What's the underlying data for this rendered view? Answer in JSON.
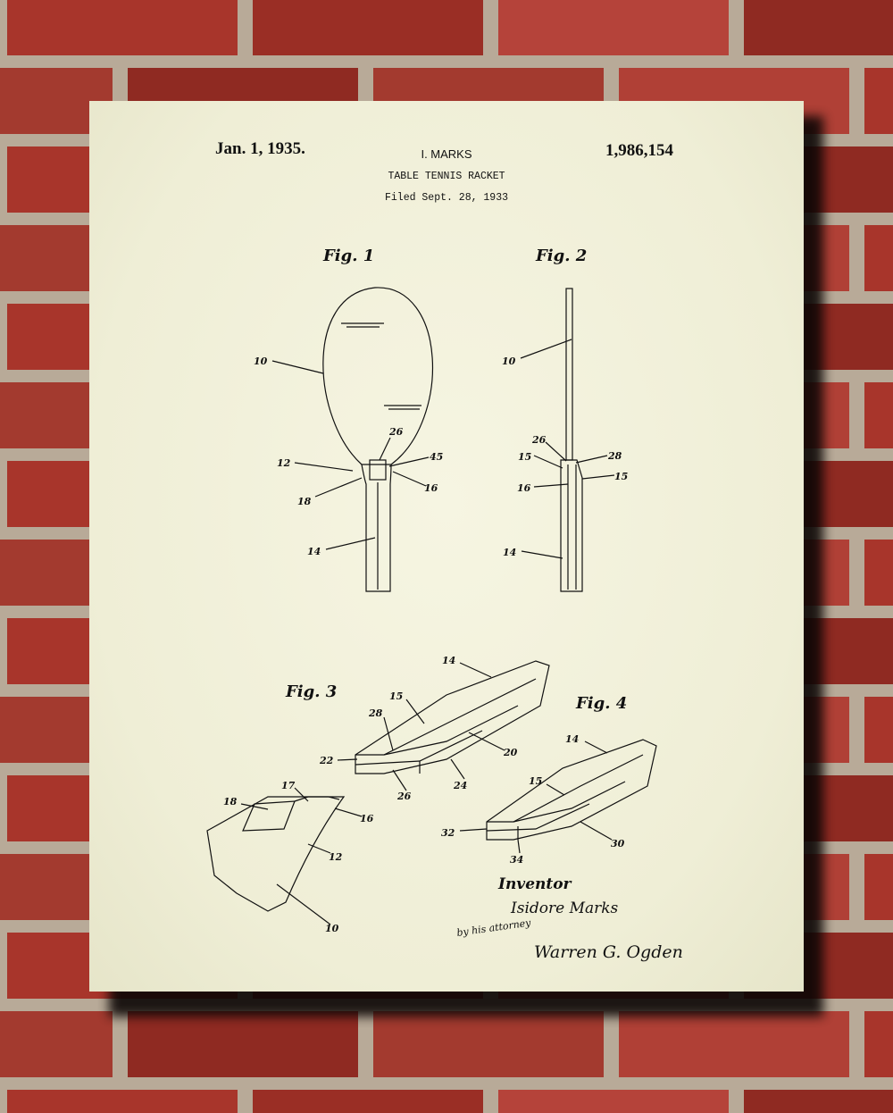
{
  "header": {
    "date": "Jan. 1, 1935.",
    "inventor_name": "I. MARKS",
    "patent_number": "1,986,154",
    "title": "TABLE TENNIS RACKET",
    "filed": "Filed Sept. 28, 1933"
  },
  "figures": {
    "fig1": {
      "title": "Fig. 1",
      "labels": [
        "10",
        "26",
        "45",
        "12",
        "16",
        "18",
        "14"
      ]
    },
    "fig2": {
      "title": "Fig. 2",
      "labels": [
        "10",
        "26",
        "28",
        "15",
        "16",
        "15",
        "14"
      ]
    },
    "fig3": {
      "title": "Fig. 3",
      "labels": [
        "14",
        "15",
        "28",
        "22",
        "20",
        "24",
        "26",
        "18",
        "17",
        "16",
        "12",
        "10"
      ]
    },
    "fig4": {
      "title": "Fig. 4",
      "labels": [
        "14",
        "15",
        "32",
        "30",
        "34"
      ]
    }
  },
  "signature_block": {
    "inventor_label": "Inventor",
    "inventor_signature": "Isidore Marks",
    "attorney_note": "by his attorney",
    "attorney_signature": "Warren G. Ogden"
  },
  "colors": {
    "paper": "#f2f1dc",
    "brick": "#a8352b",
    "mortar": "#b8aa98",
    "ink": "#111111"
  }
}
